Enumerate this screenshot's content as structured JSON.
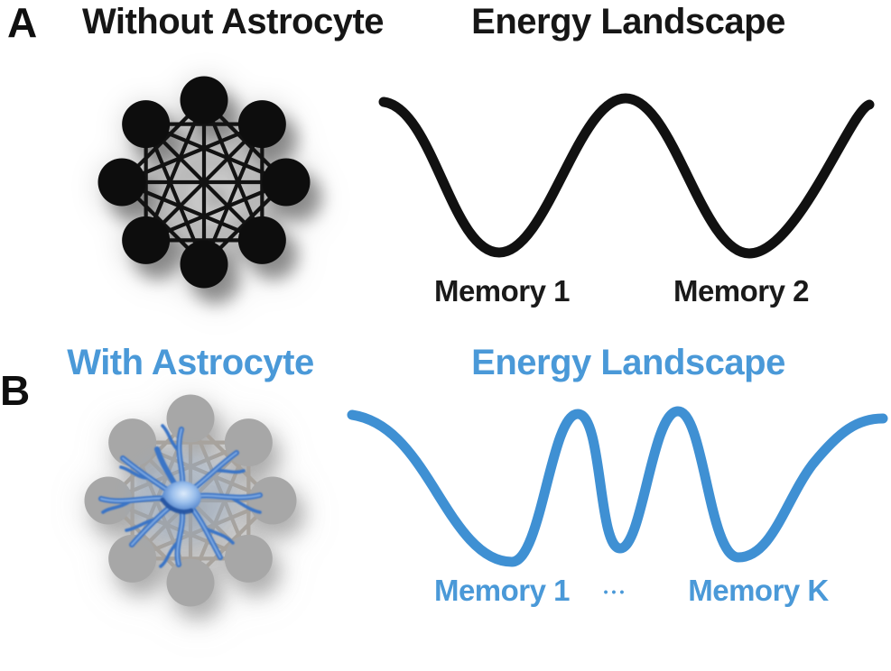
{
  "colors": {
    "background": "#ffffff",
    "black_ink": "#111111",
    "node_black": "#0d0d0d",
    "edge_black": "#121212",
    "node_gray": "#a7a7a7",
    "edge_gray": "#a8a39d",
    "blue_text": "#4a99d8",
    "blue_curve": "#3f90d3",
    "astro_blue": "#3b74c6",
    "astro_dark": "#1e4f9e",
    "astro_light": "#8ab4e8"
  },
  "panel_a": {
    "label": "A",
    "network_title": "Without Astrocyte",
    "landscape_title": "Energy Landscape",
    "memory_labels": [
      "Memory 1",
      "Memory 2"
    ],
    "network": {
      "node_count": 8,
      "node_style": "black-filled",
      "connectivity": "all-to-all"
    },
    "landscape": {
      "wells": 2,
      "color": "black"
    }
  },
  "panel_b": {
    "label": "B",
    "network_title": "With Astrocyte",
    "landscape_title": "Energy Landscape",
    "memory_labels": [
      "Memory 1",
      "•••",
      "Memory K"
    ],
    "network": {
      "node_count": 8,
      "node_style": "gray-filled",
      "connectivity": "all-to-all",
      "astrocyte": true
    },
    "landscape": {
      "wells": 3,
      "color": "blue"
    }
  }
}
